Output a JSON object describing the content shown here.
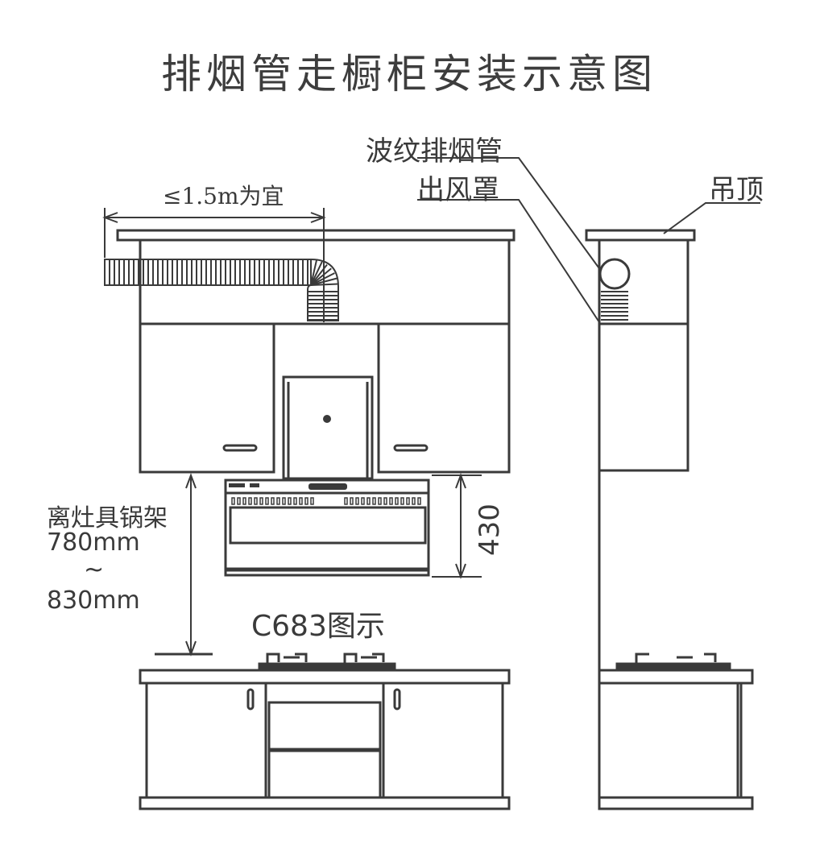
{
  "title": "排烟管走橱柜安装示意图",
  "labels": {
    "flex_duct": "波纹排烟管",
    "hood_outlet": "出风罩",
    "ceiling": "吊顶",
    "duct_span": "≤1.5m为宜",
    "distance_caption": "离灶具锅架",
    "distance_min": "780mm",
    "distance_tilde": "~",
    "distance_max": "830mm",
    "hood_height": "430",
    "model_caption": "C683图示"
  },
  "colors": {
    "line": "#3a3a3a",
    "text": "#3a3a3a",
    "background": "#ffffff"
  }
}
